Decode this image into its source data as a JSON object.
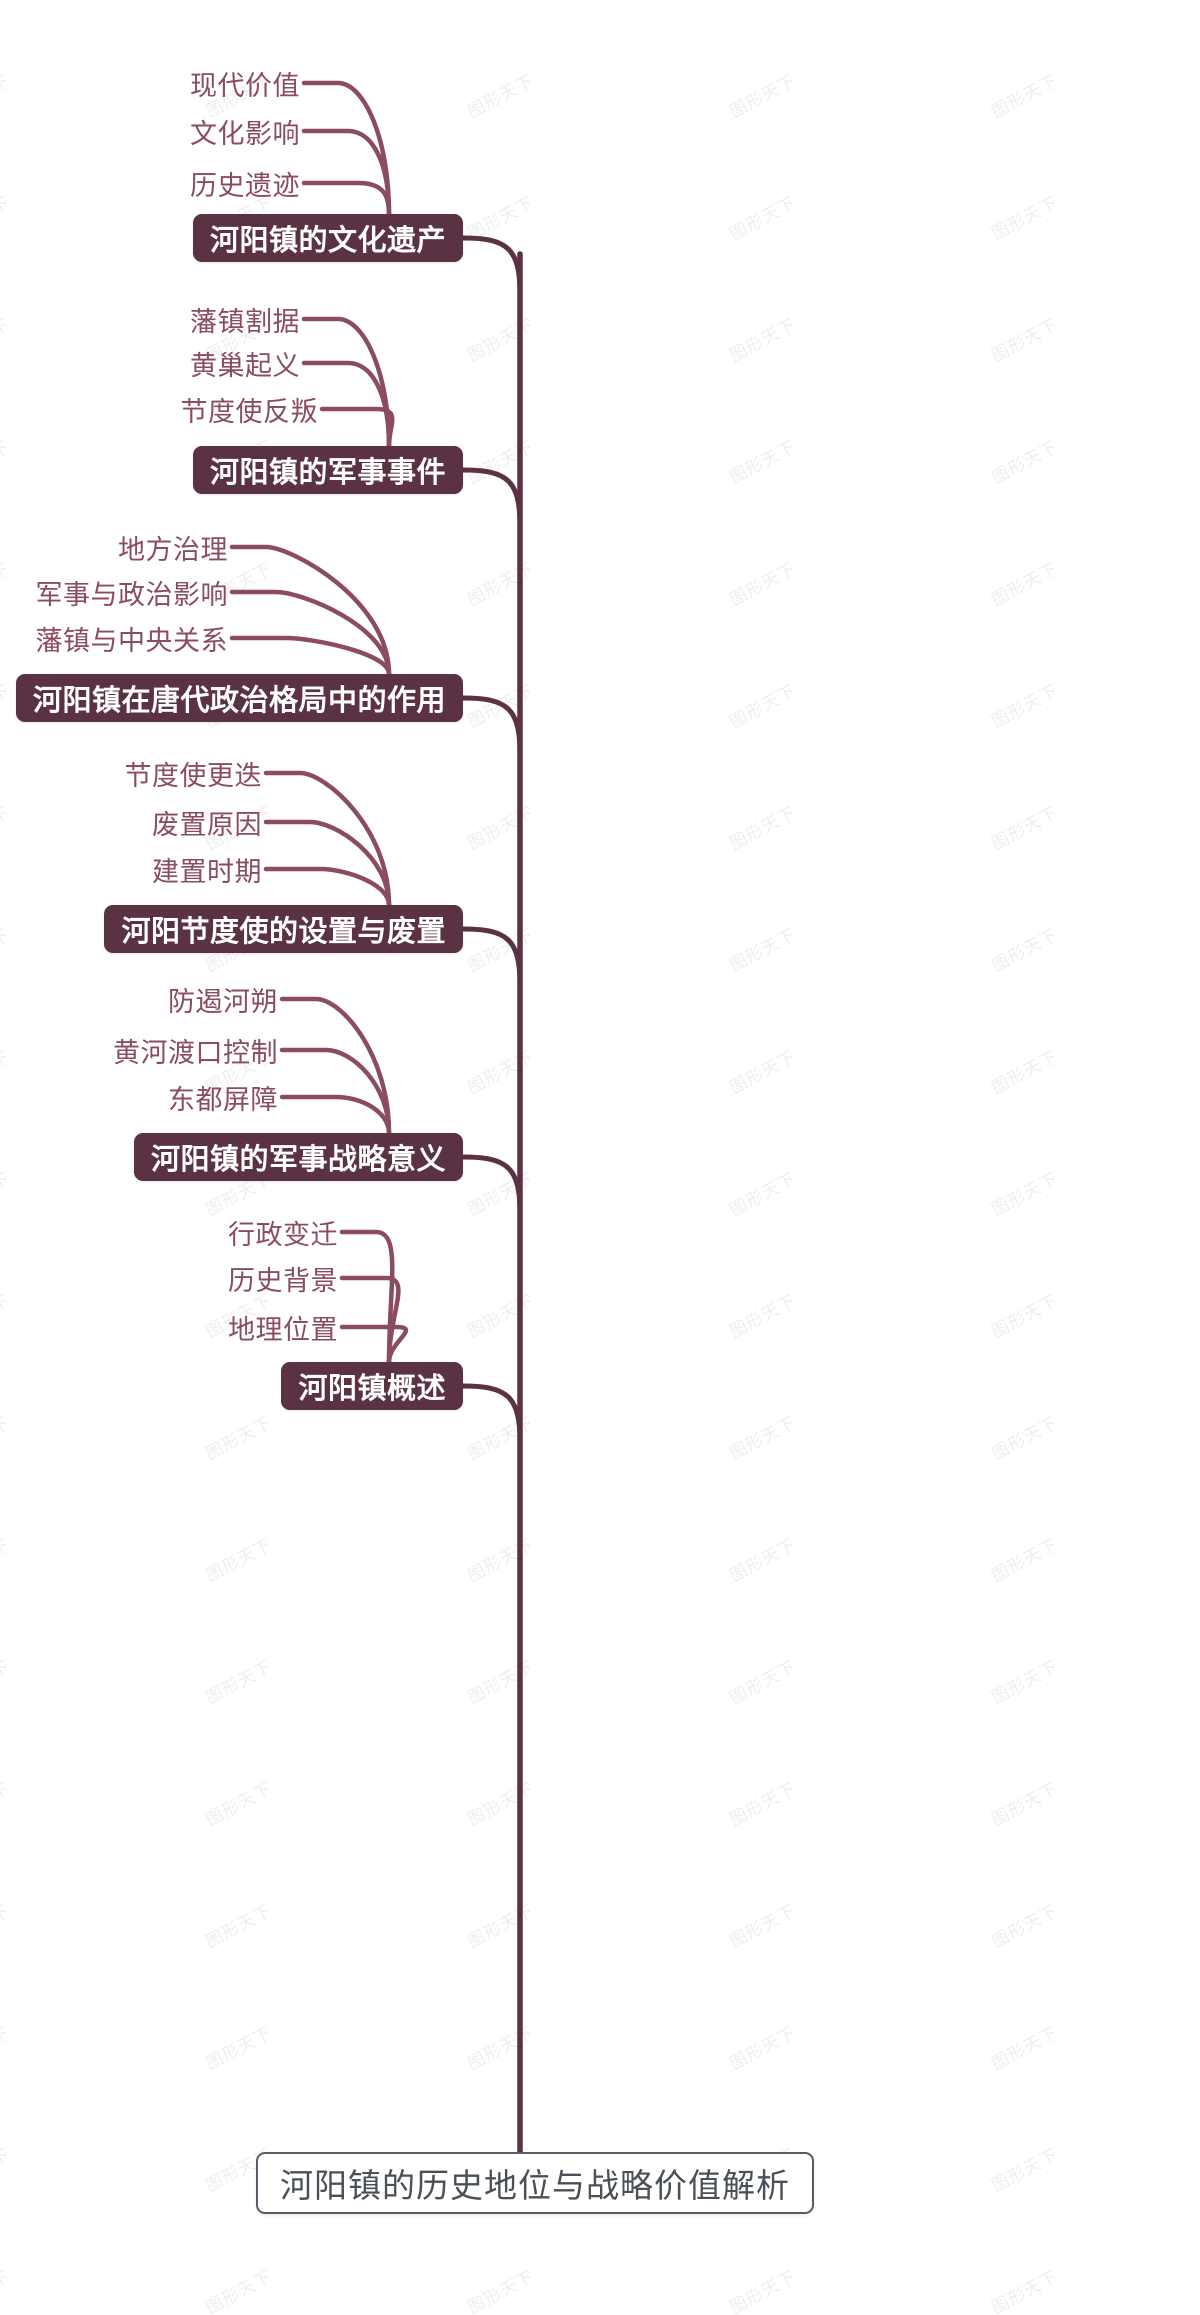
{
  "diagram": {
    "type": "mindmap",
    "orientation": "right-to-left-vertical-spine",
    "palette": {
      "branch_fill": "#5b3144",
      "branch_text": "#ffffff",
      "leaf_text": "#8b4c60",
      "connector": "#8b4c60",
      "spine": "#5b3144",
      "root_border": "#575d68",
      "root_text": "#4a4f58",
      "root_fill": "#ffffff",
      "background": "#ffffff",
      "watermark_text": "#9a9a9a"
    },
    "watermark": "图形天下",
    "root": {
      "label": "河阳镇的历史地位与战略价值解析"
    },
    "branches": [
      {
        "label": "河阳镇的文化遗产",
        "children": [
          "现代价值",
          "文化影响",
          "历史遗迹"
        ]
      },
      {
        "label": "河阳镇的军事事件",
        "children": [
          "藩镇割据",
          "黄巢起义",
          "节度使反叛"
        ]
      },
      {
        "label": "河阳镇在唐代政治格局中的作用",
        "children": [
          "地方治理",
          "军事与政治影响",
          "藩镇与中央关系"
        ]
      },
      {
        "label": "河阳节度使的设置与废置",
        "children": [
          "节度使更迭",
          "废置原因",
          "建置时期"
        ]
      },
      {
        "label": "河阳镇的军事战略意义",
        "children": [
          "防遏河朔",
          "黄河渡口控制",
          "东都屏障"
        ]
      },
      {
        "label": "河阳镇概述",
        "children": [
          "行政变迁",
          "历史背景",
          "地理位置"
        ]
      }
    ]
  }
}
